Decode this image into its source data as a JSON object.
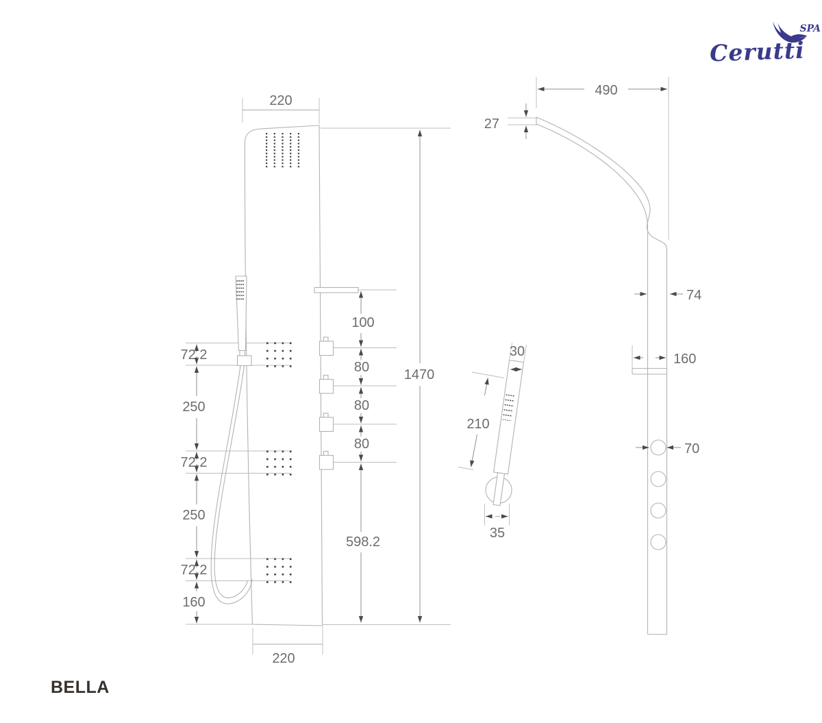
{
  "model_name": "BELLA",
  "logo": {
    "brand": "Cerutti",
    "tag": "SPA"
  },
  "colors": {
    "outline_gray": "#b2b2b2",
    "dimension_gray": "#8f8f8f",
    "label_text": "#6c6c6c",
    "arrow_dark": "#4a4a4a",
    "brand_navy": "#3a3a8c",
    "model_text": "#37312c"
  },
  "front_view": {
    "top_width": "220",
    "bottom_width": "220",
    "total_height": "1470",
    "left_dims": [
      "72.2",
      "250",
      "72.2",
      "250",
      "72.2",
      "160"
    ],
    "center_dims": [
      "100",
      "80",
      "80",
      "80",
      "598.2"
    ]
  },
  "hand_shower_detail": {
    "head_width": "30",
    "length": "210",
    "holder_width": "35"
  },
  "side_view": {
    "arm_reach": "490",
    "spout_thickness": "27",
    "body_depth": "74",
    "shelf_depth": "160",
    "knob_diameter": "70"
  }
}
